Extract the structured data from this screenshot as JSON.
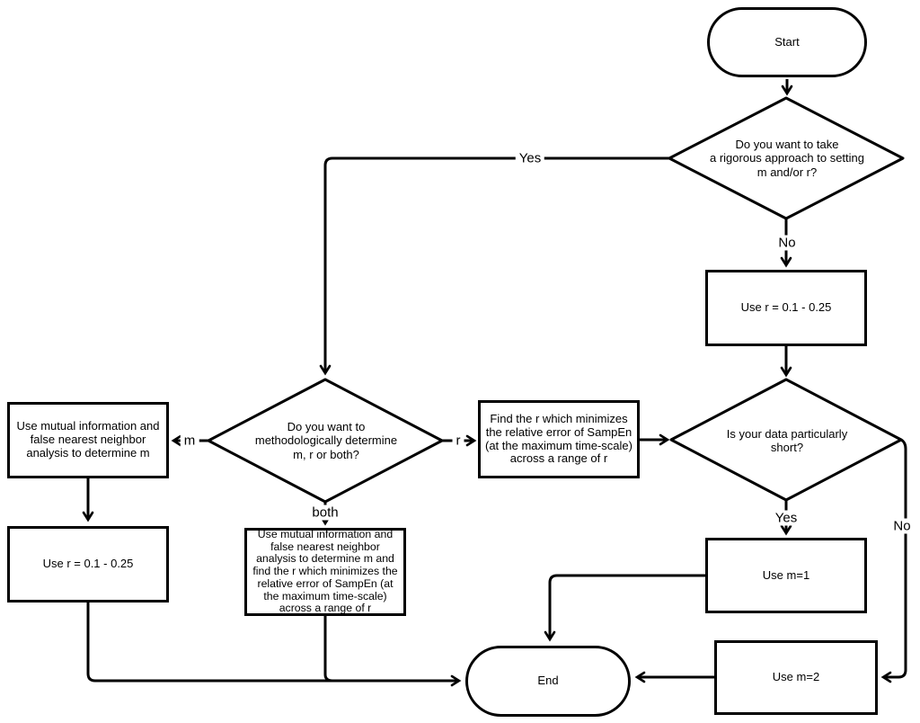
{
  "diagram": {
    "title": "SampEn parameter selection flowchart",
    "colors": {
      "background": "#ffffff",
      "line": "#000000",
      "node_fill": "#ffffff",
      "text": "#000000"
    }
  },
  "nodes": {
    "start": {
      "label": "Start",
      "type": "terminator"
    },
    "d_rigorous": {
      "label": "Do you want to take\na rigorous approach to setting\nm and/or r?",
      "type": "decision"
    },
    "use_r_right": {
      "label": "Use r = 0.1 - 0.25",
      "type": "process"
    },
    "d_short": {
      "label": "Is your data particularly\nshort?",
      "type": "decision"
    },
    "use_m1": {
      "label": "Use m=1",
      "type": "process"
    },
    "use_m2": {
      "label": "Use m=2",
      "type": "process"
    },
    "end": {
      "label": "End",
      "type": "terminator"
    },
    "d_method": {
      "label": "Do you want to\nmethodologically determine\nm, r or both?",
      "type": "decision"
    },
    "mutual_info": {
      "label": "Use mutual information and\nfalse nearest neighbor\nanalysis to determine m",
      "type": "process"
    },
    "use_r_left": {
      "label": "Use r = 0.1 - 0.25",
      "type": "process"
    },
    "both_box": {
      "label": "Use mutual information and\nfalse nearest neighbor\nanalysis to determine m and\nfind the r which minimizes the\nrelative error of SampEn (at\nthe maximum time-scale)\nacross a range of r",
      "type": "process"
    },
    "find_r": {
      "label": "Find the r which minimizes\nthe relative error of SampEn\n(at the maximum time-scale)\nacross a range of r",
      "type": "process"
    }
  },
  "edge_labels": {
    "yes_rigorous": "Yes",
    "no_rigorous": "No",
    "m_branch": "m",
    "r_branch": "r",
    "both_branch": "both",
    "yes_short": "Yes",
    "no_short": "No"
  }
}
